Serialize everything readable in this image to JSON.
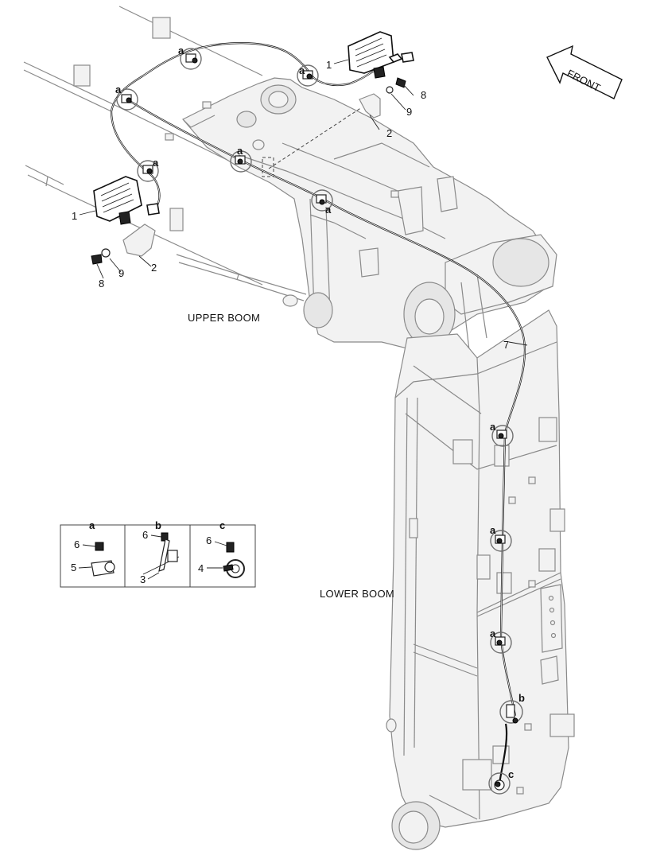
{
  "labels": {
    "upper_boom": "UPPER BOOM",
    "lower_boom": "LOWER BOOM",
    "front": "FRONT"
  },
  "callouts": {
    "lamp": "1",
    "bracket": "2",
    "clip_b": "3",
    "clip_c": "4",
    "clip_a": "5",
    "bolt": "6",
    "harness": "7",
    "bolt_lamp": "8",
    "washer": "9"
  },
  "clip_letters": {
    "a": "a",
    "b": "b",
    "c": "c"
  },
  "detail_panels": [
    {
      "letter": "a",
      "bolt": "6",
      "part": "5"
    },
    {
      "letter": "b",
      "bolt": "6",
      "part": "3"
    },
    {
      "letter": "c",
      "bolt": "6",
      "part": "4"
    }
  ],
  "colors": {
    "line_art": "#8a8a8a",
    "wire": "#111111",
    "background": "#ffffff"
  }
}
